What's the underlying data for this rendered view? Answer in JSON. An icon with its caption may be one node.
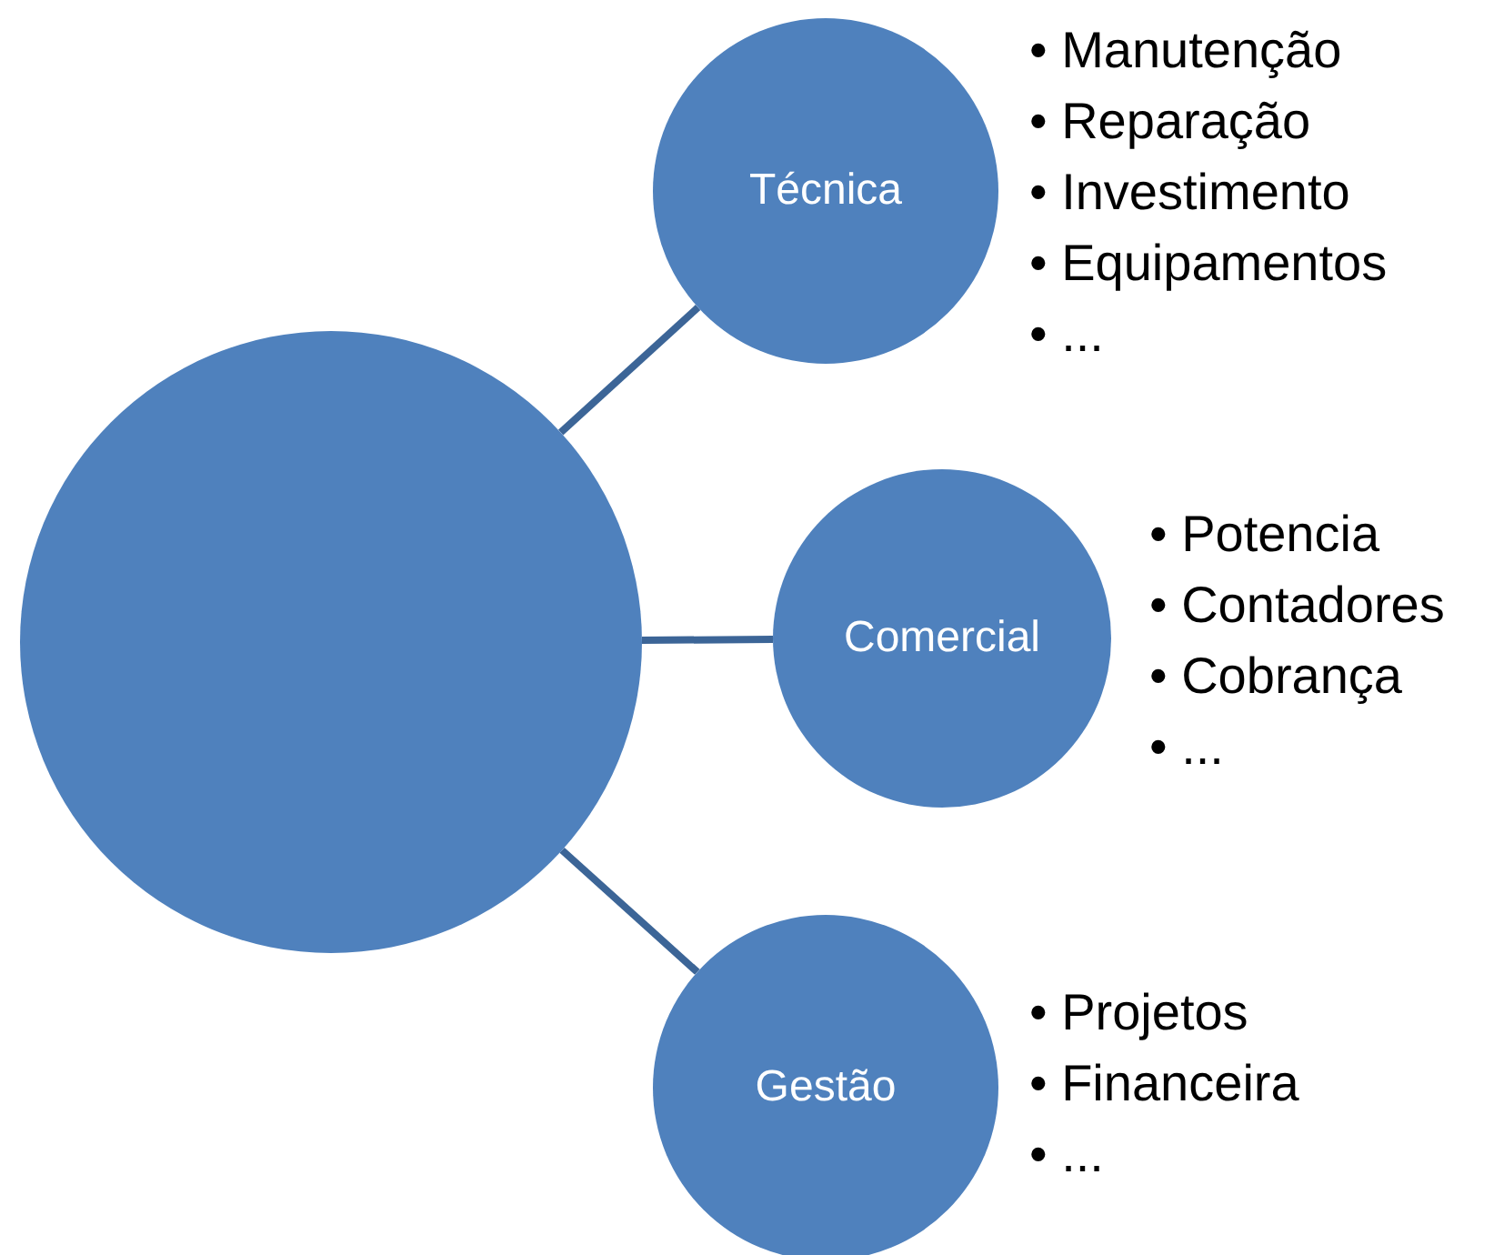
{
  "diagram": {
    "nodes": [
      {
        "text": [],
        "shape": "circle"
      },
      {
        "text": [
          "Técnica"
        ],
        "beside": [
          "• Manutenção",
          "• Reparação",
          "• Investimento",
          "• Equipamentos",
          "• ..."
        ]
      },
      {
        "text": [
          "Comercial"
        ],
        "beside": [
          "• Potencia",
          "• Contadores",
          "• Cobrança",
          "• ..."
        ]
      },
      {
        "text": [
          "Gestão"
        ],
        "beside": [
          "• Projetos",
          "• Financeira",
          "• ..."
        ]
      }
    ],
    "edges": [
      {
        "from": 0,
        "to": 1,
        "arrow": "none"
      },
      {
        "from": 0,
        "to": 2,
        "arrow": "none"
      },
      {
        "from": 0,
        "to": 3,
        "arrow": "none"
      }
    ]
  }
}
